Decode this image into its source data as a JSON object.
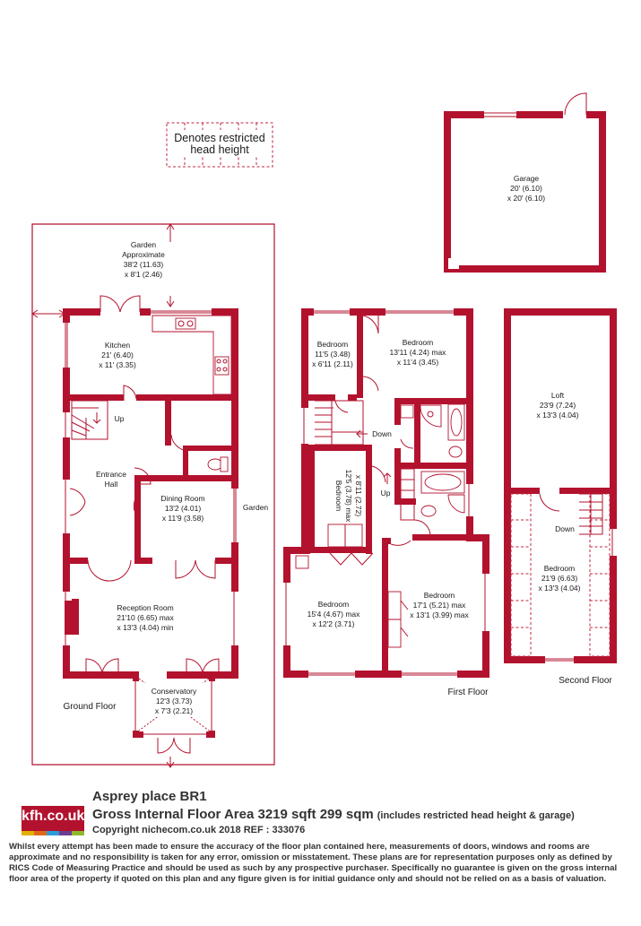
{
  "legend": {
    "line1": "Denotes restricted",
    "line2": "head height"
  },
  "garage": {
    "name": "Garage",
    "dims": "20' (6.10)",
    "dims2": "x 20' (6.10)"
  },
  "garden_approx": {
    "name": "Garden",
    "name2": "Approximate",
    "dims": "38'2 (11.63)",
    "dims2": "x 8'1 (2.46)"
  },
  "garden_side": "Garden",
  "ground_floor": {
    "label": "Ground Floor",
    "kitchen": {
      "name": "Kitchen",
      "dims": "21' (6.40)",
      "dims2": "x 11' (3.35)"
    },
    "up": "Up",
    "entrance": {
      "name": "Entrance",
      "name2": "Hall"
    },
    "dining": {
      "name": "Dining Room",
      "dims": "13'2 (4.01)",
      "dims2": "x 11'9 (3.58)"
    },
    "reception": {
      "name": "Reception Room",
      "dims": "21'10 (6.65) max",
      "dims2": "x 13'3 (4.04) min"
    },
    "conservatory": {
      "name": "Conservatory",
      "dims": "12'3 (3.73)",
      "dims2": "x 7'3 (2.21)"
    }
  },
  "first_floor": {
    "label": "First Floor",
    "bed1": {
      "name": "Bedroom",
      "dims": "11'5 (3.48)",
      "dims2": "x 6'11 (2.11)"
    },
    "bed2": {
      "name": "Bedroom",
      "dims": "13'11 (4.24) max",
      "dims2": "x 11'4 (3.45)"
    },
    "down": "Down",
    "up": "Up",
    "bed3": {
      "name": "Bedroom",
      "dims": "12'5 (3.78) max",
      "dims2": "x 8'11 (2.72)"
    },
    "bed4": {
      "name": "Bedroom",
      "dims": "15'4 (4.67) max",
      "dims2": "x 12'2 (3.71)"
    },
    "bed5": {
      "name": "Bedroom",
      "dims": "17'1 (5.21) max",
      "dims2": "x 13'1 (3.99) max"
    }
  },
  "second_floor": {
    "label": "Second Floor",
    "loft": {
      "name": "Loft",
      "dims": "23'9 (7.24)",
      "dims2": "x 13'3 (4.04)"
    },
    "down": "Down",
    "bed": {
      "name": "Bedroom",
      "dims": "21'9 (6.63)",
      "dims2": "x 13'3 (4.04)"
    }
  },
  "footer": {
    "logo": "kfh.co.uk",
    "logo_colors": [
      "#e2b100",
      "#e06a1a",
      "#2c9bd6",
      "#6d3d8f",
      "#8db92e"
    ],
    "address": "Asprey place  BR1",
    "area": "Gross Internal Floor Area 3219 sqft 299 sqm",
    "area_note": "(includes restricted head height & garage)",
    "copyright": "Copyright nichecom.co.uk 2018 REF : 333076",
    "disclaimer": "Whilst every attempt has been made to ensure the accuracy of the floor plan contained here, measurements of doors, windows and rooms are approximate and no responsibility is taken for any error, omission or misstatement.  These plans are for representation purposes only as defined by RICS Code of Measuring Practice and should be used as such by any prospective purchaser.  Specifically no guarantee is given on the gross internal floor area of the property if quoted on this plan and any figure given is for initial guidance only and should not be relied on as a basis of valuation."
  },
  "colors": {
    "wall": "#b3122e",
    "restricted": "#c0263f"
  }
}
